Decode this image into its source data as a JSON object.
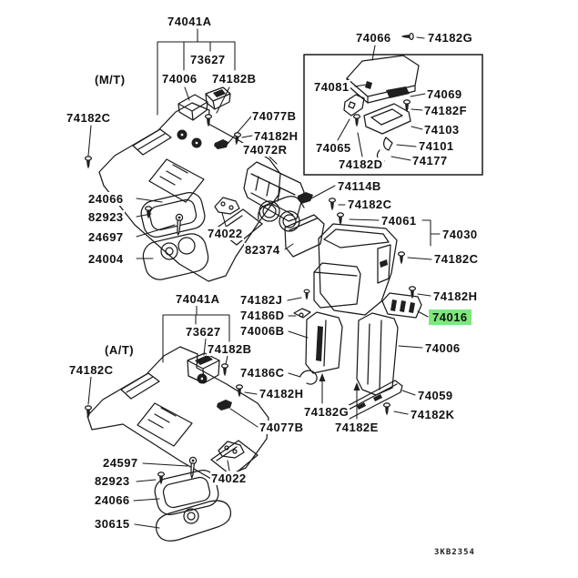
{
  "title": "Console exploded parts diagram",
  "diagram_code": "3KB2354",
  "highlighted_part": "74016",
  "colors": {
    "background": "#ffffff",
    "line": "#1a1a1a",
    "highlight": "#7ce87c",
    "text": "#111111"
  },
  "mt_group": {
    "caption": "(M/T)",
    "labels": [
      "74041A",
      "73627",
      "74006",
      "74182B",
      "74182C",
      "74077B",
      "74182H",
      "74072R",
      "24066",
      "82923",
      "24697",
      "24004",
      "74022",
      "82374"
    ]
  },
  "armrest_group": {
    "labels": [
      "74066",
      "74182G",
      "74081",
      "74069",
      "74182F",
      "74103",
      "74101",
      "74177",
      "74065",
      "74182D"
    ]
  },
  "rear_console_group": {
    "labels": [
      "74114B",
      "74182C",
      "74061",
      "74030",
      "74182C",
      "74182H",
      "74016",
      "74006",
      "74059",
      "74182K",
      "74182G",
      "74182E"
    ]
  },
  "at_group": {
    "caption": "(A/T)",
    "labels": [
      "74041A",
      "74182J",
      "74186D",
      "74006B",
      "73627",
      "74182B",
      "74182C",
      "74186C",
      "74182H",
      "74077B",
      "24597",
      "82923",
      "24066",
      "30615",
      "74022"
    ]
  }
}
